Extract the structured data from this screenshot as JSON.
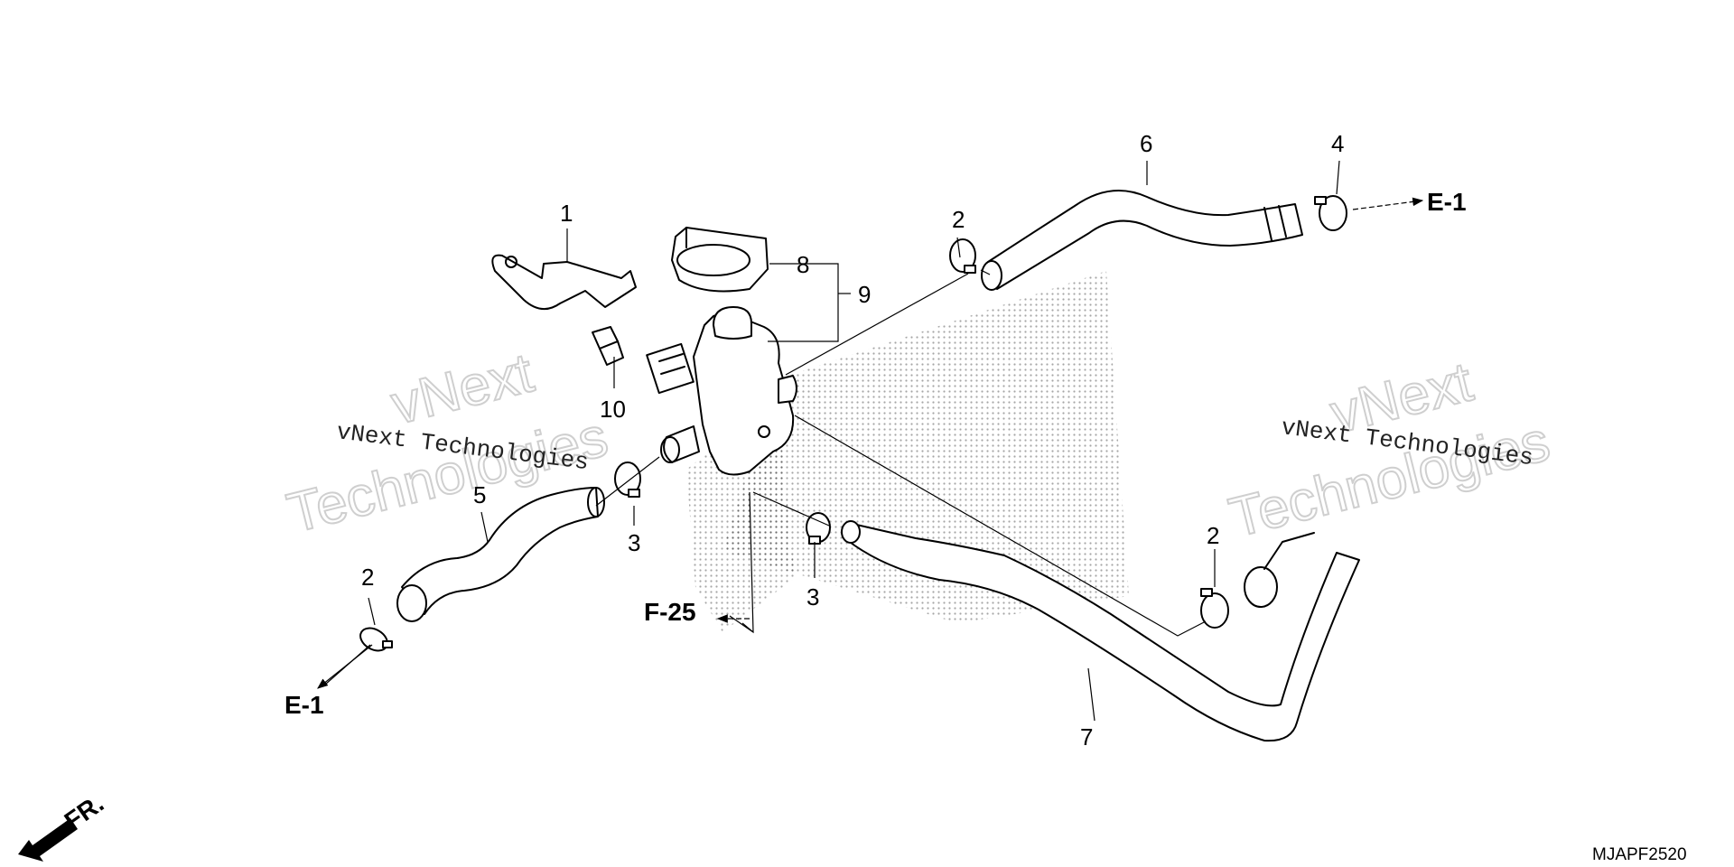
{
  "diagram": {
    "callouts": [
      "1",
      "2",
      "2",
      "2",
      "3",
      "3",
      "4",
      "5",
      "6",
      "7",
      "8",
      "9",
      "10"
    ],
    "references": {
      "e1_right": "E-1",
      "e1_left": "E-1",
      "f25": "F-25"
    },
    "front_marker": "FR.",
    "drawing_code": "MJAPF2520",
    "watermarks": {
      "outline_left_1": "vNext",
      "outline_left_2": "Technologies",
      "mono_left": "vNext Technologies",
      "outline_right_1": "vNext",
      "outline_right_2": "Technologies",
      "mono_right": "vNext Technologies"
    }
  }
}
